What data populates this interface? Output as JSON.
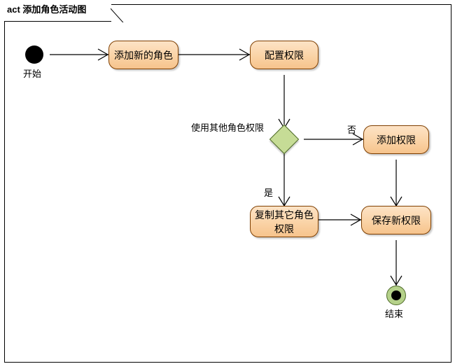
{
  "frame": {
    "keyword": "act",
    "title": "添加角色活动图",
    "full_title": "act 添加角色活动图"
  },
  "nodes": {
    "initial": {
      "type": "initial-node",
      "label": "开始"
    },
    "add_role": {
      "type": "action",
      "label": "添加新的角色"
    },
    "config_perm": {
      "type": "action",
      "label": "配置权限"
    },
    "decision": {
      "type": "decision-node",
      "label": "使用其他角色权限"
    },
    "add_perm": {
      "type": "action",
      "label": "添加权限"
    },
    "copy_perm": {
      "type": "action",
      "label": "复制其它角色权限"
    },
    "save_perm": {
      "type": "action",
      "label": "保存新权限"
    },
    "final": {
      "type": "final-node",
      "label": "结束"
    }
  },
  "edges": {
    "no_guard": "否",
    "yes_guard": "是"
  },
  "colors": {
    "action_fill": "#fad3a6",
    "action_border": "#7f3f00",
    "decision_fill": "#c6dc96",
    "decision_border": "#4f6b2a",
    "final_fill": "#b5d18a",
    "line": "#000000",
    "background": "#ffffff"
  }
}
